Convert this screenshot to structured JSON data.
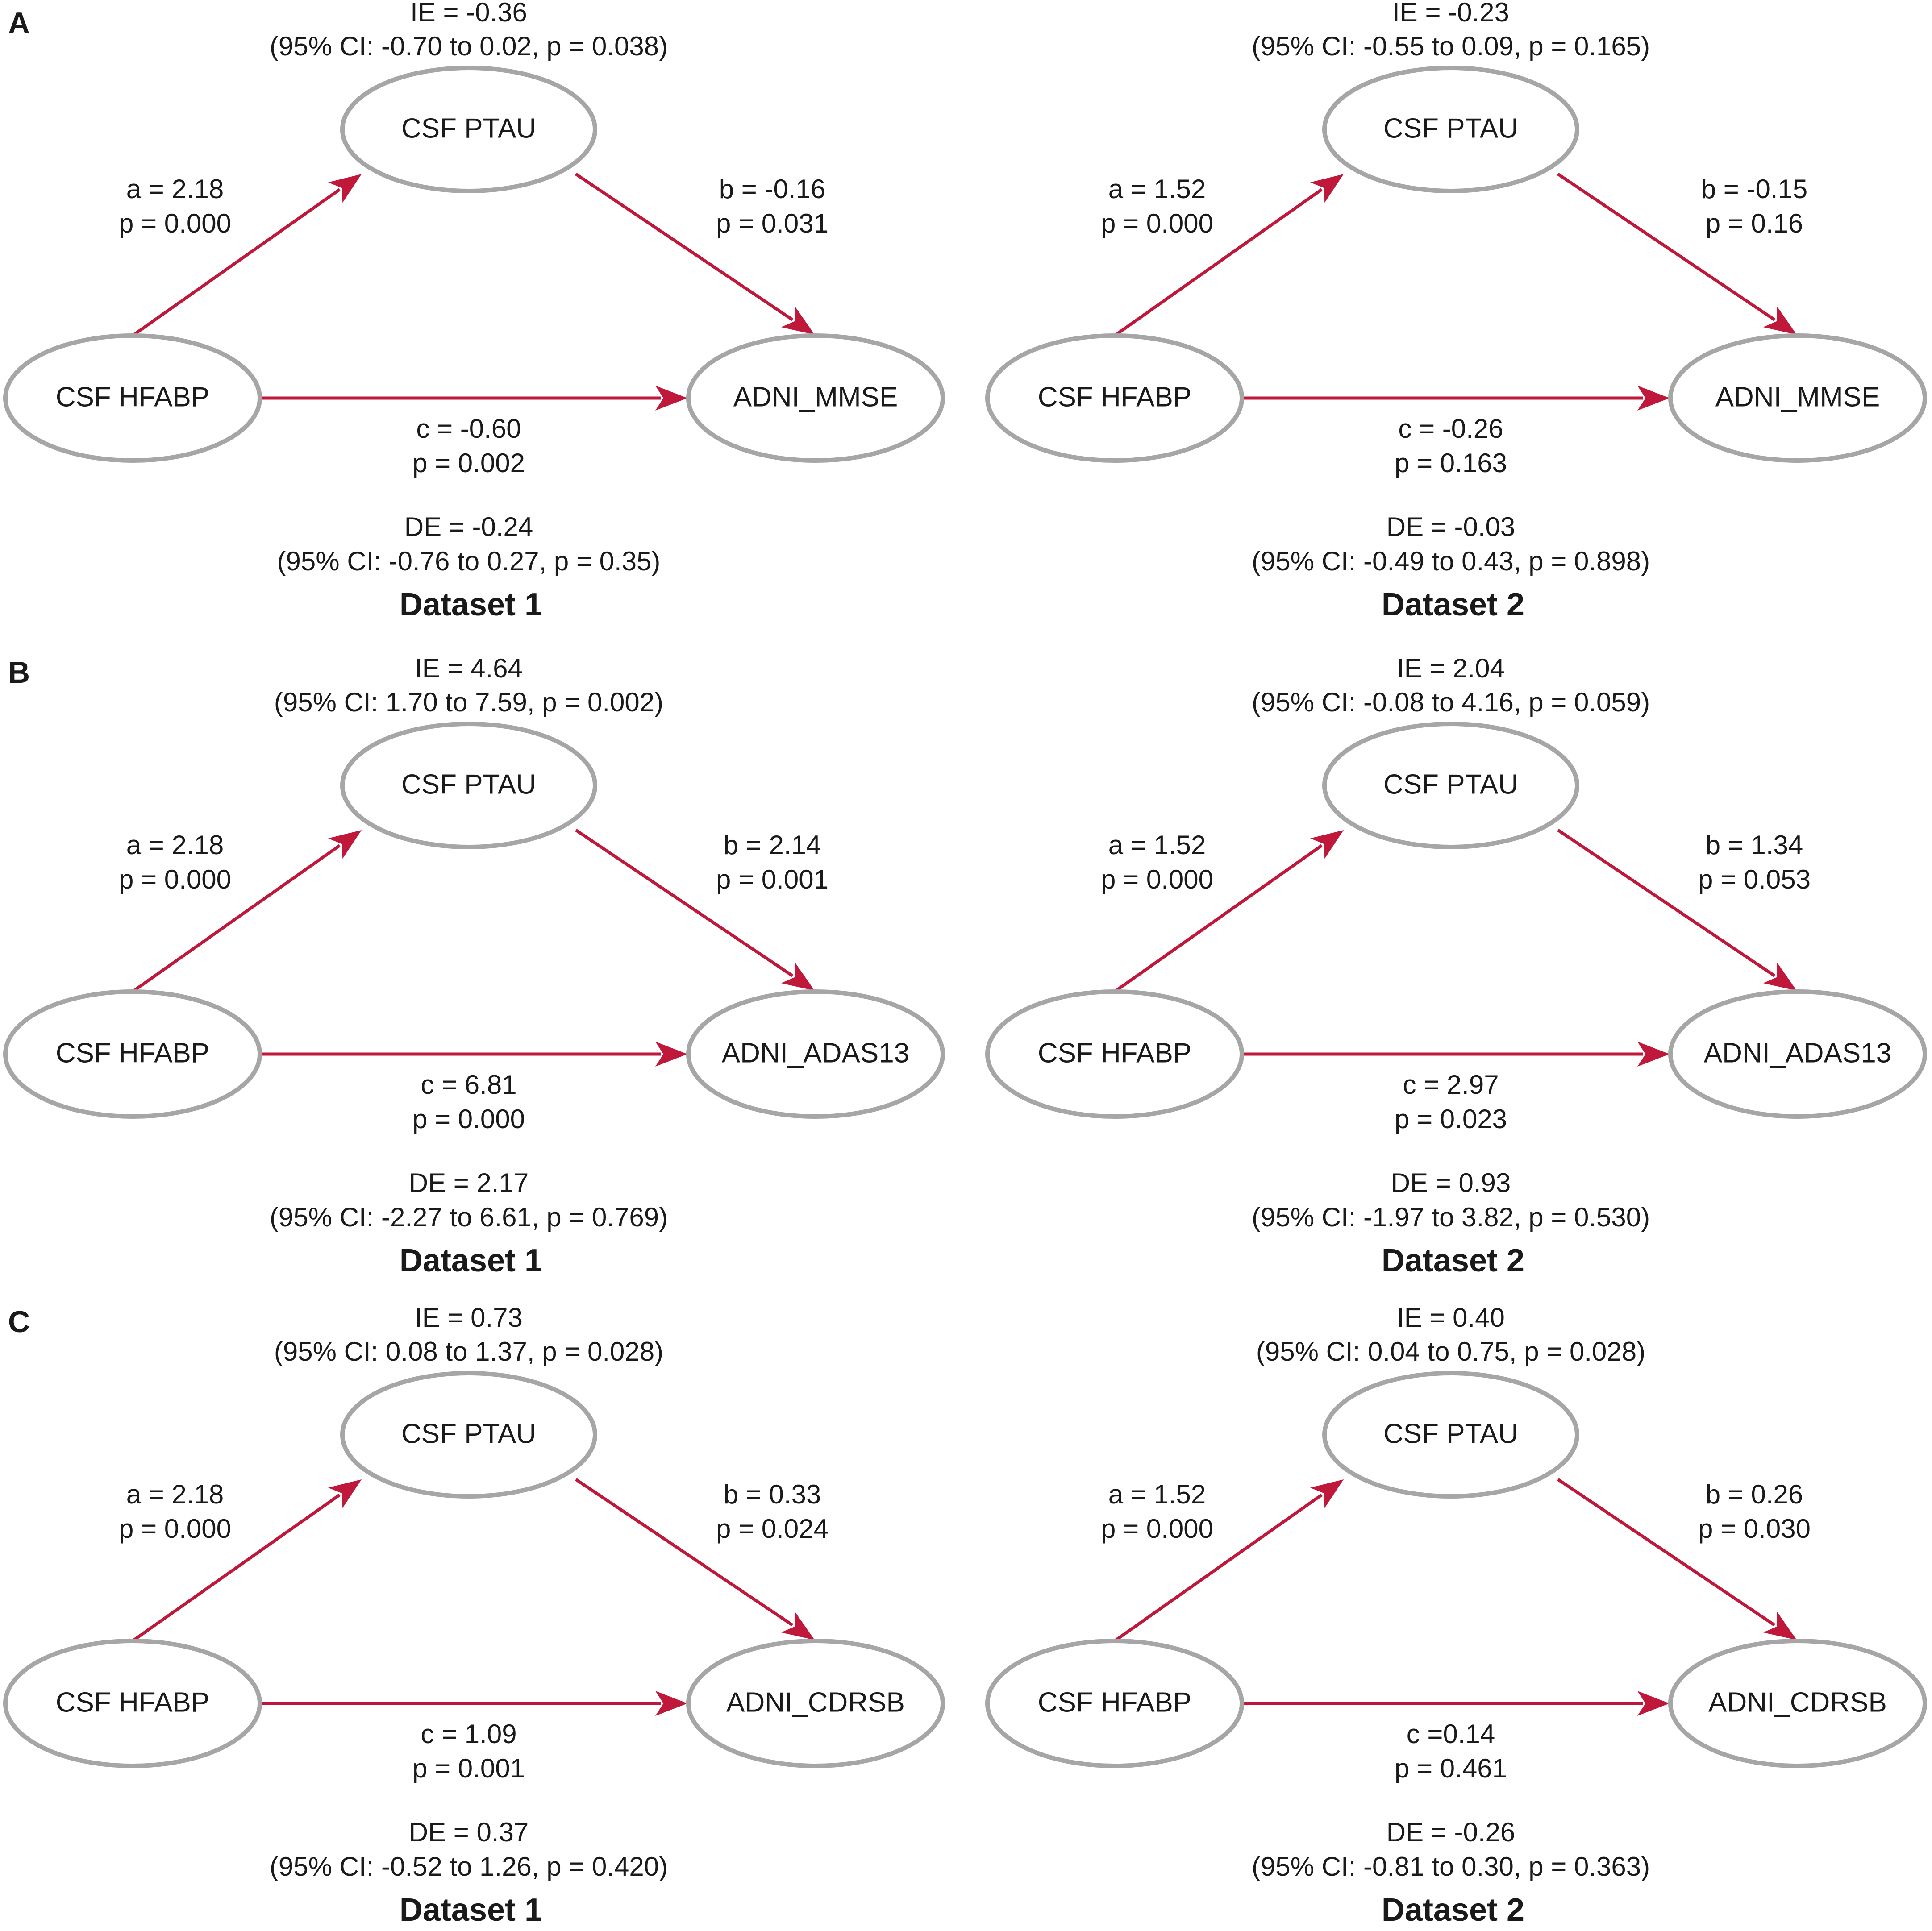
{
  "colors": {
    "arrow": "#c0183a",
    "node_border": "#a6a6a6",
    "text": "#1a1a1a"
  },
  "panels": [
    {
      "letter": "A",
      "diagrams": [
        {
          "title": "Dataset 1",
          "mediator": "CSF PTAU",
          "predictor": "CSF HFABP",
          "outcome": "ADNI_MMSE",
          "ie": "IE = -0.36",
          "ie_ci": "(95% CI: -0.70 to 0.02, p = 0.038)",
          "a": "a = 2.18",
          "a_p": "p = 0.000",
          "b": "b = -0.16",
          "b_p": "p = 0.031",
          "c": "c = -0.60",
          "c_p": "p = 0.002",
          "de": "DE = -0.24",
          "de_ci": "(95% CI: -0.76 to 0.27, p = 0.35)"
        },
        {
          "title": "Dataset 2",
          "mediator": "CSF PTAU",
          "predictor": "CSF HFABP",
          "outcome": "ADNI_MMSE",
          "ie": "IE = -0.23",
          "ie_ci": "(95% CI: -0.55 to 0.09, p = 0.165)",
          "a": "a = 1.52",
          "a_p": "p = 0.000",
          "b": "b = -0.15",
          "b_p": "p = 0.16",
          "c": "c = -0.26",
          "c_p": "p = 0.163",
          "de": "DE = -0.03",
          "de_ci": "(95% CI: -0.49 to 0.43, p = 0.898)"
        }
      ]
    },
    {
      "letter": "B",
      "diagrams": [
        {
          "title": "Dataset 1",
          "mediator": "CSF PTAU",
          "predictor": "CSF HFABP",
          "outcome": "ADNI_ADAS13",
          "ie": "IE = 4.64",
          "ie_ci": "(95% CI: 1.70 to 7.59, p = 0.002)",
          "a": "a = 2.18",
          "a_p": "p = 0.000",
          "b": "b = 2.14",
          "b_p": "p = 0.001",
          "c": "c = 6.81",
          "c_p": "p = 0.000",
          "de": "DE = 2.17",
          "de_ci": "(95% CI: -2.27 to 6.61, p = 0.769)"
        },
        {
          "title": "Dataset 2",
          "mediator": "CSF PTAU",
          "predictor": "CSF HFABP",
          "outcome": "ADNI_ADAS13",
          "ie": "IE = 2.04",
          "ie_ci": "(95% CI: -0.08 to 4.16, p = 0.059)",
          "a": "a = 1.52",
          "a_p": "p = 0.000",
          "b": "b = 1.34",
          "b_p": "p = 0.053",
          "c": "c = 2.97",
          "c_p": "p = 0.023",
          "de": "DE = 0.93",
          "de_ci": "(95% CI: -1.97 to 3.82, p = 0.530)"
        }
      ]
    },
    {
      "letter": "C",
      "diagrams": [
        {
          "title": "Dataset 1",
          "mediator": "CSF PTAU",
          "predictor": "CSF HFABP",
          "outcome": "ADNI_CDRSB",
          "ie": "IE = 0.73",
          "ie_ci": "(95% CI: 0.08 to 1.37, p = 0.028)",
          "a": "a = 2.18",
          "a_p": "p = 0.000",
          "b": "b = 0.33",
          "b_p": "p = 0.024",
          "c": "c = 1.09",
          "c_p": "p = 0.001",
          "de": "DE = 0.37",
          "de_ci": "(95% CI: -0.52 to 1.26, p = 0.420)"
        },
        {
          "title": "Dataset 2",
          "mediator": "CSF PTAU",
          "predictor": "CSF HFABP",
          "outcome": "ADNI_CDRSB",
          "ie": "IE = 0.40",
          "ie_ci": "(95% CI: 0.04 to 0.75, p = 0.028)",
          "a": "a = 1.52",
          "a_p": "p = 0.000",
          "b": "b = 0.26",
          "b_p": "p = 0.030",
          "c": "c =0.14",
          "c_p": "p = 0.461",
          "de": "DE = -0.26",
          "de_ci": "(95% CI: -0.81 to 0.30, p = 0.363)"
        }
      ]
    }
  ]
}
